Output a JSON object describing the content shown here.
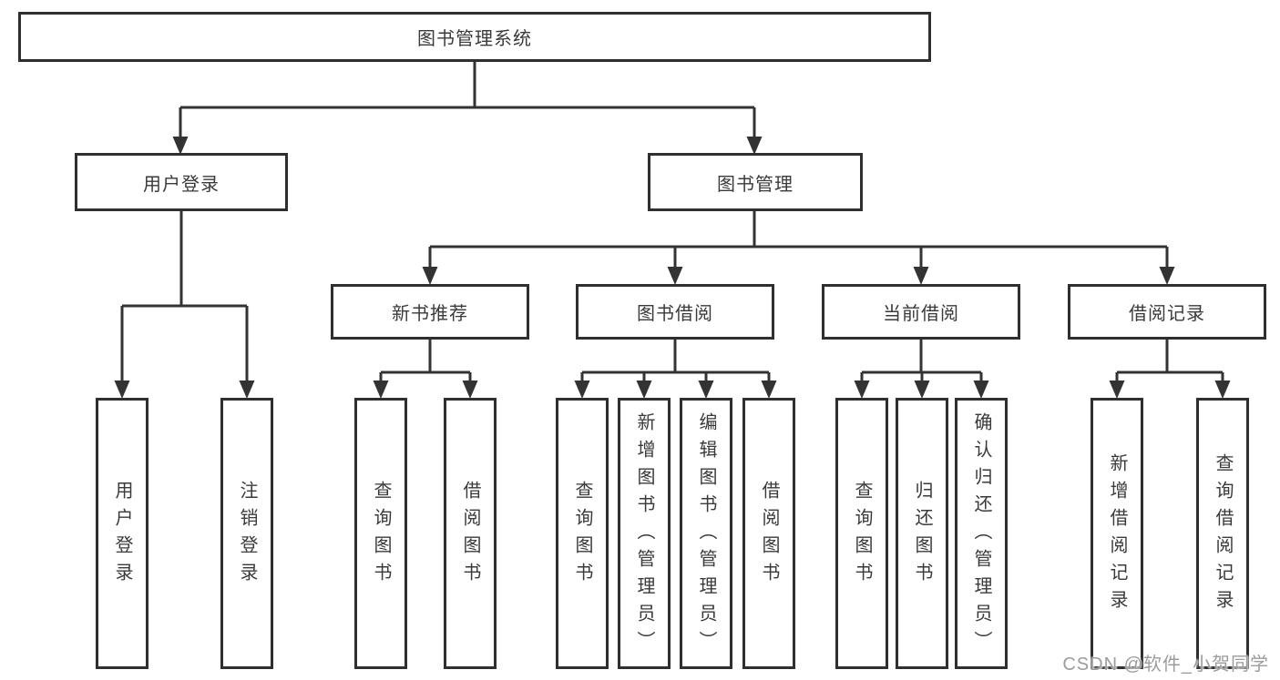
{
  "diagram": {
    "root": {
      "label": "图书管理系统"
    },
    "level2": [
      {
        "label": "用户登录"
      },
      {
        "label": "图书管理"
      }
    ],
    "level3": [
      {
        "label": "新书推荐"
      },
      {
        "label": "图书借阅"
      },
      {
        "label": "当前借阅"
      },
      {
        "label": "借阅记录"
      }
    ],
    "leaves": {
      "user_login": [
        {
          "label": "用户登录"
        },
        {
          "label": "注销登录"
        }
      ],
      "new_book_recommend": [
        {
          "label": "查询图书"
        },
        {
          "label": "借阅图书"
        }
      ],
      "book_borrow": [
        {
          "label": "查询图书"
        },
        {
          "label": "新增图书（管理员）"
        },
        {
          "label": "编辑图书（管理员）"
        },
        {
          "label": "借阅图书"
        }
      ],
      "current_borrow": [
        {
          "label": "查询图书"
        },
        {
          "label": "归还图书"
        },
        {
          "label": "确认归还（管理员）"
        }
      ],
      "borrow_records": [
        {
          "label": "新增借阅记录"
        },
        {
          "label": "查询借阅记录"
        }
      ]
    }
  },
  "watermark": {
    "text": "CSDN @软件_小贺同学"
  },
  "colors": {
    "line": "#333333",
    "box_border": "#2f2f2f",
    "box_fill": "#ffffff",
    "text": "#3a3a3a",
    "watermark": "#9c9c9c",
    "background": "#ffffff"
  }
}
